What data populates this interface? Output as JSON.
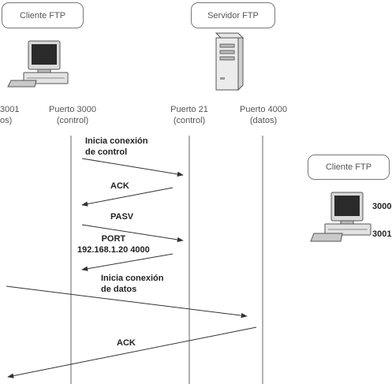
{
  "nodes": {
    "client": "Cliente FTP",
    "server": "Servidor FTP",
    "client_right": "Cliente FTP"
  },
  "ports": {
    "p3001_line1": "3001",
    "p3001_line2": "os)",
    "p3000_line1": "Puerto 3000",
    "p3000_line2": "(control)",
    "p21_line1": "Puerto 21",
    "p21_line2": "(control)",
    "p4000_line1": "Puerto 4000",
    "p4000_line2": "(datos)"
  },
  "messages": {
    "m1_line1": "Inicia conexión",
    "m1_line2": "de control",
    "m2": "ACK",
    "m3": "PASV",
    "m4_line1": "PORT",
    "m4_line2": "192.168.1.20  4000",
    "m5_line1": "Inicia conexión",
    "m5_line2": "de datos",
    "m6": "ACK"
  },
  "side_labels": {
    "s3000": "3000",
    "s3001": "3001"
  },
  "icons": [
    "client-computer-icon",
    "server-tower-icon",
    "client-computer-icon"
  ]
}
